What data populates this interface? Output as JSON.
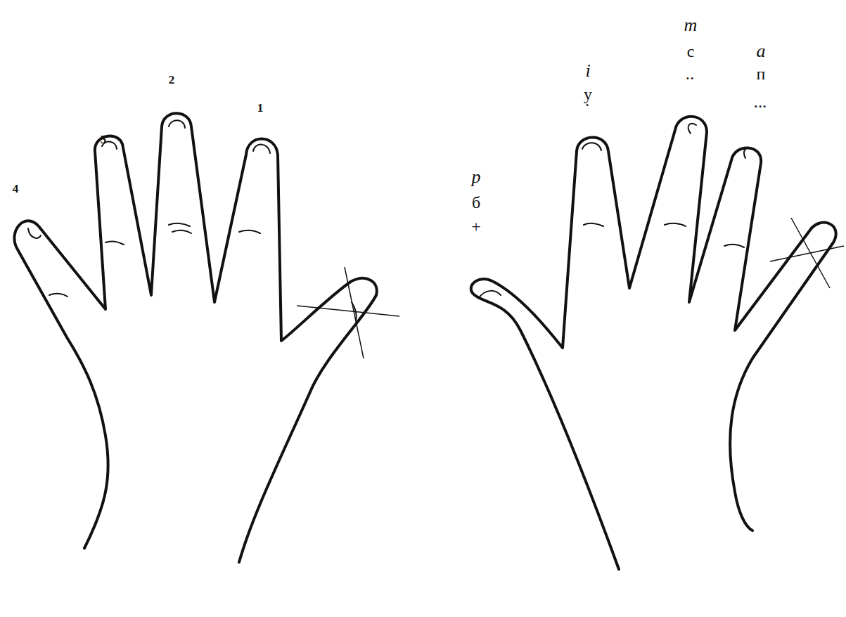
{
  "diagram": {
    "labels": [
      "4",
      "3",
      "2",
      "1",
      "m",
      "i",
      "с",
      "a",
      "у",
      "••",
      "п",
      "•",
      "•••",
      "p",
      "б",
      "+"
    ]
  }
}
